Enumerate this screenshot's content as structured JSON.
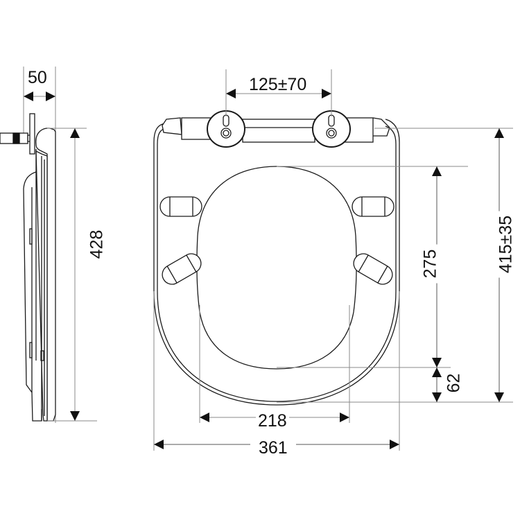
{
  "drawing": {
    "subject": "toilet seat dimension drawing",
    "units": "mm",
    "colors": {
      "line": "#1a1a1a",
      "dimension_line": "#8a8a8a",
      "background": "#ffffff"
    }
  },
  "side_view": {
    "depth_label": "50",
    "height_label": "428"
  },
  "top_view": {
    "hinge_spacing_label": "125±70",
    "inner_width_label": "218",
    "outer_width_label": "361",
    "inner_length_label": "275",
    "front_rim_label": "62",
    "overall_length_label": "415±35"
  }
}
